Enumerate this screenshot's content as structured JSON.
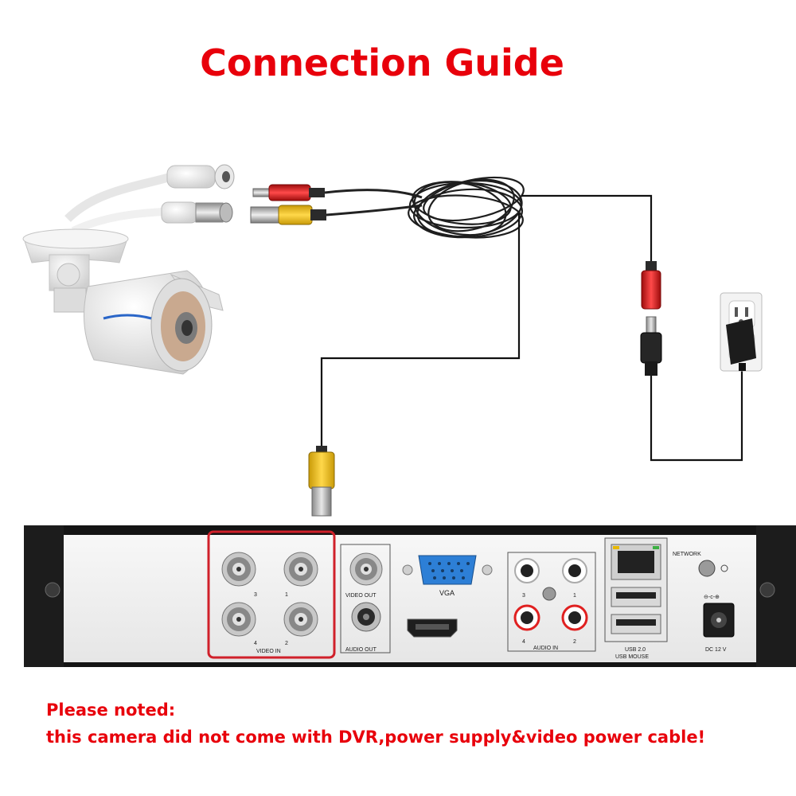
{
  "title": "Connection Guide",
  "note": {
    "line1": "Please noted:",
    "line2": "this camera did not come with DVR,power supply&video power cable!"
  },
  "dvr_labels": {
    "video_in": "VIDEO IN",
    "video_out": "VIDEO OUT",
    "audio_out": "AUDIO OUT",
    "vga": "VGA",
    "audio_in": "AUDIO IN",
    "network": "NETWORK",
    "usb": "USB 2.0",
    "usb_mouse": "USB MOUSE",
    "dc": "DC 12 V",
    "ch1": "1",
    "ch2": "2",
    "ch3": "3",
    "ch4": "4"
  },
  "colors": {
    "title": "#e8000b",
    "highlight": "#d0202a",
    "dvr_panel": "#f2f2f2",
    "dvr_frame": "#1c1c1c",
    "vga_port": "#2d7fd6",
    "bnc_yellow": "#f2c21b",
    "dc_red": "#e02020"
  },
  "icons": [
    "camera-icon",
    "bnc-connector-icon",
    "dc-plug-icon",
    "cable-coil-icon",
    "power-adapter-icon",
    "wall-outlet-icon"
  ]
}
